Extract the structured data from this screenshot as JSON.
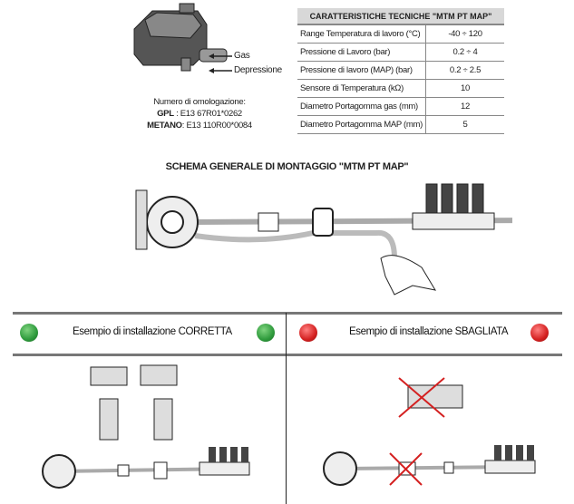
{
  "sensor": {
    "gas_label": "Gas",
    "vacuum_label": "Depressione"
  },
  "homologation": {
    "heading": "Numero di omologazione:",
    "gpl_label": "GPL",
    "gpl_value": ": E13 67R01*0262",
    "metano_label": "METANO",
    "metano_value": ": E13 110R00*0084"
  },
  "spec_table": {
    "title": "CARATTERISTICHE TECNICHE \"MTM PT MAP\"",
    "rows": [
      {
        "label": "Range Temperatura di lavoro (°C)",
        "value": "-40 ÷ 120"
      },
      {
        "label": "Pressione di Lavoro  (bar)",
        "value": "0.2 ÷ 4"
      },
      {
        "label": "Pressione di lavoro (MAP) (bar)",
        "value": "0.2 ÷ 2.5"
      },
      {
        "label": "Sensore di Temperatura (kΩ)",
        "value": "10"
      },
      {
        "label": "Diametro Portagomma gas  (mm)",
        "value": "12"
      },
      {
        "label": "Diametro Portagomma MAP (mm)",
        "value": "5"
      }
    ]
  },
  "schema_title": "SCHEMA GENERALE DI MONTAGGIO \"MTM PT MAP\"",
  "sections": {
    "correct": {
      "label": "Esempio di installazione CORRETTA",
      "color": "#2e9a3c"
    },
    "wrong": {
      "label": "Esempio di installazione SBAGLIATA",
      "color": "#d42020"
    }
  }
}
